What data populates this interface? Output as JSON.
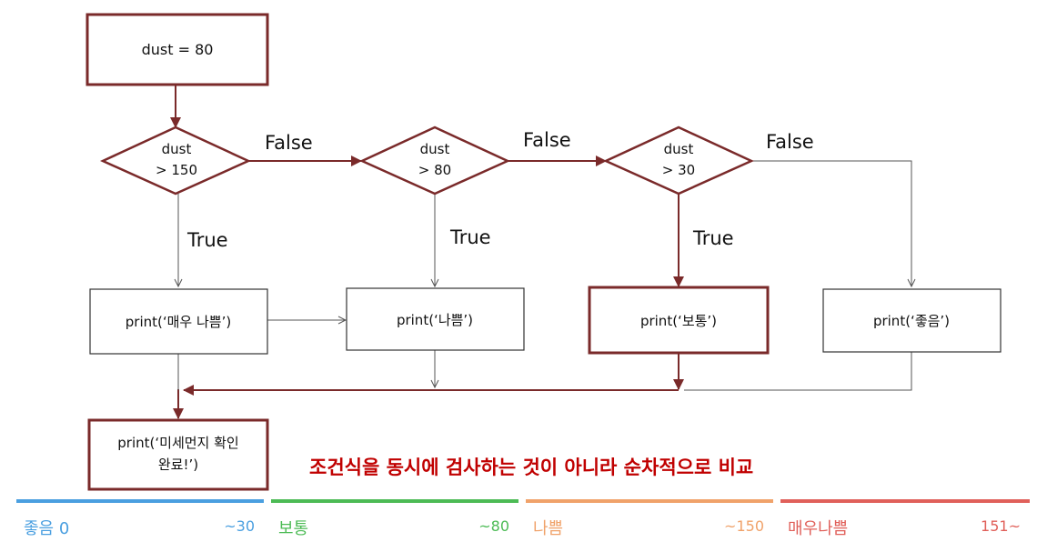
{
  "nodes": {
    "start": "dust = 80",
    "cond1_line1": "dust",
    "cond1_line2": "> 150",
    "cond2_line1": "dust",
    "cond2_line2": "> 80",
    "cond3_line1": "dust",
    "cond3_line2": "> 30",
    "print1": "print(‘매우 나쁨’)",
    "print2": "print(‘나쁨’)",
    "print3": "print(‘보통’)",
    "print4": "print(‘좋음’)",
    "final_line1": "print(‘미세먼지 확인",
    "final_line2": "완료!’)"
  },
  "edge_labels": {
    "false1": "False",
    "false2": "False",
    "false3": "False",
    "true1": "True",
    "true2": "True",
    "true3": "True"
  },
  "note": "조건식을 동시에 검사하는 것이 아니라 순차적으로 비교",
  "legend": [
    {
      "name": "좋음 0",
      "value": "~30",
      "color": "#4a9fe0"
    },
    {
      "name": "보통",
      "value": "~80",
      "color": "#4cbb55"
    },
    {
      "name": "나쁨",
      "value": "~150",
      "color": "#f0a26a"
    },
    {
      "name": "매우나쁨",
      "value": "151~",
      "color": "#e0605a"
    }
  ],
  "colors": {
    "highlight": "#7a2a2a",
    "outline": "#333333",
    "note": "#c00000"
  }
}
